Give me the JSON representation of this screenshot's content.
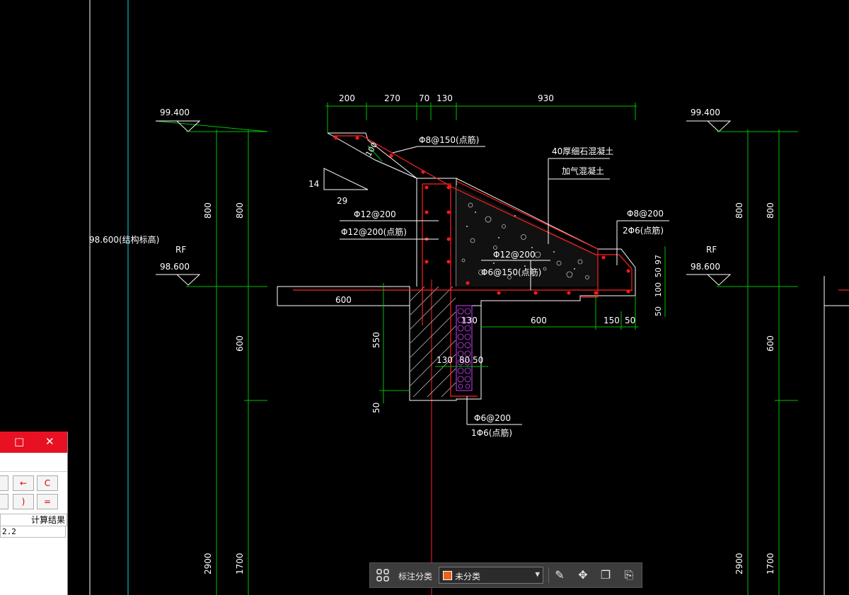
{
  "drawing": {
    "top_dims": [
      "200",
      "270",
      "70",
      "130",
      "930"
    ],
    "elev_left_top": "99.400",
    "elev_right_top": "99.400",
    "elev_left_rf": "98.600",
    "elev_right_rf": "98.600",
    "rf_left": "RF",
    "rf_right": "RF",
    "struct_elev_label": "98.600(结构标高)",
    "vert_dims_left": [
      "800",
      "800",
      "600",
      "2900",
      "1700"
    ],
    "vert_dims_right": [
      "800",
      "800",
      "600",
      "2900",
      "1700"
    ],
    "slope_rise": "14",
    "slope_run": "29",
    "dim_100": "100",
    "rebar_top": "Φ8@150(点筋)",
    "layer_top": "40厚细石混凝土",
    "layer_fill": "加气混凝土",
    "rebar_col_1": "Φ12@200",
    "rebar_col_2": "Φ12@200(点筋)",
    "rebar_mid_1": "Φ12@200",
    "rebar_mid_2": "Φ6@150(点筋)",
    "rebar_right_1": "Φ8@200",
    "rebar_right_2": "2Φ6(点筋)",
    "dim_97": "97",
    "dim_right_stack": [
      "50",
      "100",
      "50"
    ],
    "dim_600_left": "600",
    "dim_130_a": "130",
    "dim_600_mid": "600",
    "dim_150": "150",
    "dim_50_r": "50",
    "dim_550": "550",
    "dim_50_b": "50",
    "dim_130_b": "130",
    "dim_80": "80",
    "dim_50_c": "50",
    "rebar_bot_1": "Φ6@200",
    "rebar_bot_2": "1Φ6(点筋)"
  },
  "calculator": {
    "maximize_icon": "□",
    "close_icon": "✕",
    "key_back": "←",
    "key_clear": "C",
    "key_paren": ")",
    "key_equals": "=",
    "result_header": "计算结果",
    "result_value": "2.2"
  },
  "toolbar": {
    "grid_icon": "grid-icon",
    "label": "标注分类",
    "selected": "未分类",
    "swatch_color": "#e8641a",
    "caret": "▼",
    "edit_icon": "✎",
    "move_icon": "✥",
    "copy_icon": "❐",
    "paste_icon": "⎘"
  },
  "colors": {
    "dim_green": "#00c000",
    "axis_cyan": "#00e0e0",
    "rebar_red": "#ff2020",
    "insulation_magenta": "#d040ff"
  }
}
